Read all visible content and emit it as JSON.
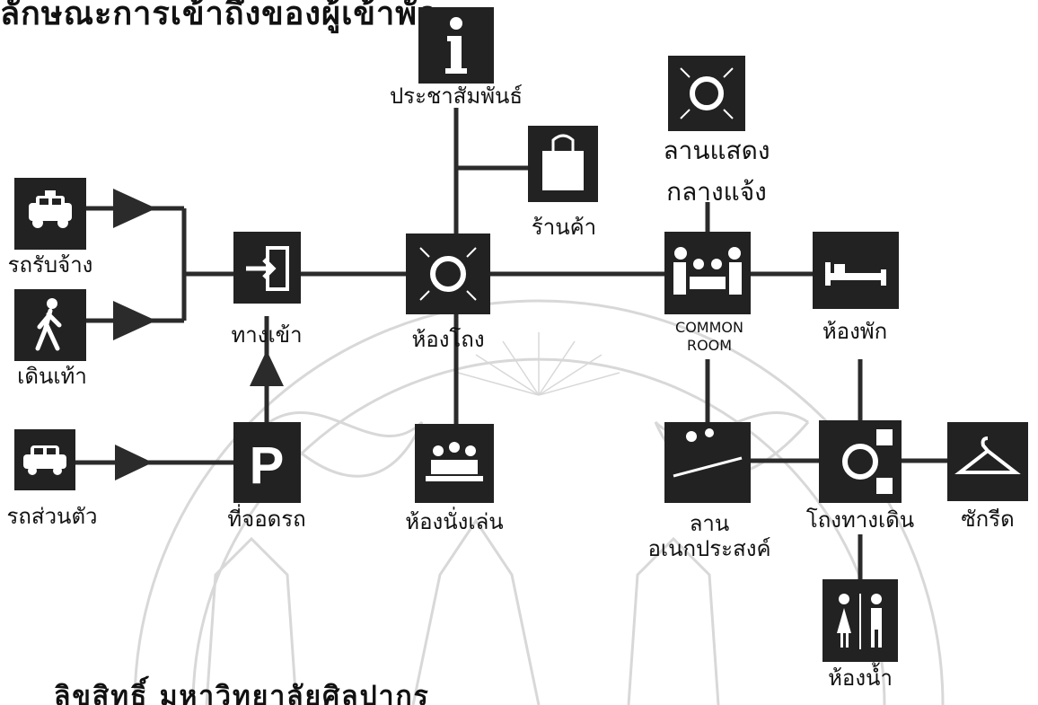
{
  "title": "ลักษณะการเข้าถึงของผู้เข้าพัก",
  "footer": "ลิขสิทธิ์ มหาวิทยาลัยศิลปากร",
  "colors": {
    "icon_bg": "#222222",
    "line": "#2b2b2b",
    "watermark": "#bdbdbd",
    "background": "#ffffff"
  },
  "nodes": {
    "taxi": {
      "label": "รถรับจ้าง",
      "icon": "taxi-icon"
    },
    "walk": {
      "label": "เดินเท้า",
      "icon": "pedestrian-icon"
    },
    "car": {
      "label": "รถส่วนตัว",
      "icon": "car-icon"
    },
    "entrance": {
      "label": "ทางเข้า",
      "icon": "entrance-icon"
    },
    "parking": {
      "label": "ที่จอดรถ",
      "icon": "parking-icon"
    },
    "info": {
      "label": "ประชาสัมพันธ์",
      "icon": "info-icon"
    },
    "shop": {
      "label": "ร้านค้า",
      "icon": "shopping-bag-icon"
    },
    "lobby": {
      "label": "ห้องโถง",
      "icon": "hall-icon"
    },
    "lounge": {
      "label": "ห้องนั่งเล่น",
      "icon": "lounge-icon"
    },
    "stage": {
      "label": "ลานแสดง",
      "label2": "กลางแจ้ง",
      "icon": "outdoor-stage-icon"
    },
    "common": {
      "label": "COMMON",
      "label2": "ROOM",
      "icon": "common-room-icon"
    },
    "bedroom": {
      "label": "ห้องพัก",
      "icon": "bed-icon"
    },
    "plaza": {
      "label": "ลาน",
      "label2": "อเนกประสงค์",
      "icon": "multipurpose-plaza-icon"
    },
    "corridor": {
      "label": "โถงทางเดิน",
      "icon": "corridor-hall-icon"
    },
    "laundry": {
      "label": "ซักรีด",
      "icon": "hanger-icon"
    },
    "restroom": {
      "label": "ห้องน้ำ",
      "icon": "restroom-icon"
    }
  }
}
